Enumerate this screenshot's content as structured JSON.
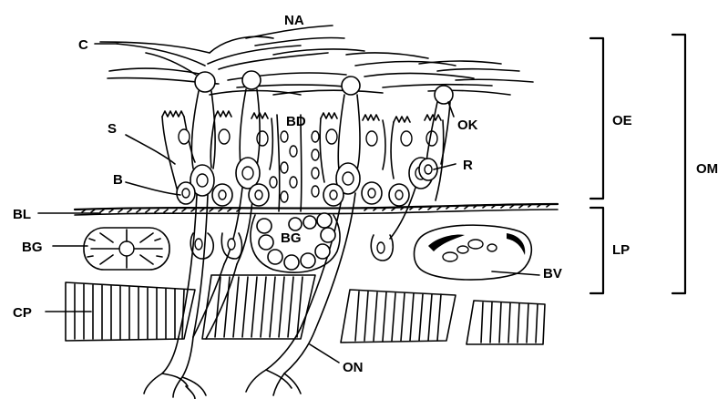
{
  "labels": {
    "NA": "NA",
    "C": "C",
    "S": "S",
    "BD": "BD",
    "OK": "OK",
    "OE": "OE",
    "OM": "OM",
    "R": "R",
    "B": "B",
    "BL": "BL",
    "BG_left": "BG",
    "BG_center": "BG",
    "LP": "LP",
    "BV": "BV",
    "CP": "CP",
    "ON": "ON"
  }
}
